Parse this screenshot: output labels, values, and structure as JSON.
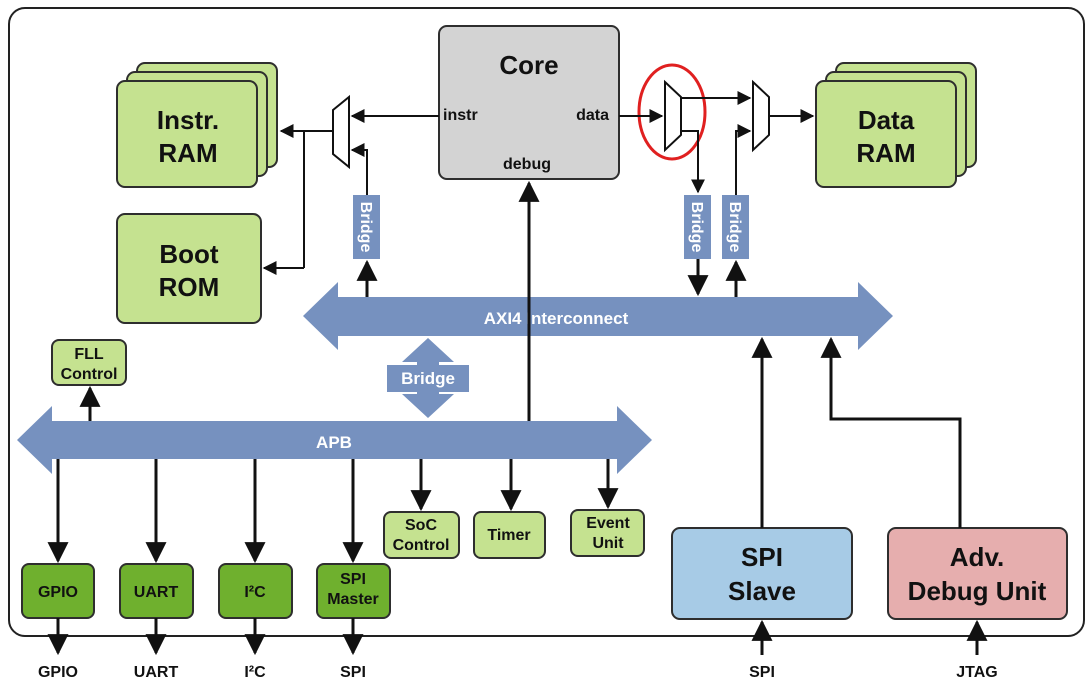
{
  "blocks": {
    "core": {
      "title": "Core",
      "instr": "instr",
      "data": "data",
      "debug": "debug"
    },
    "instr_ram": {
      "line1": "Instr.",
      "line2": "RAM"
    },
    "boot_rom": {
      "line1": "Boot",
      "line2": "ROM"
    },
    "data_ram": {
      "line1": "Data",
      "line2": "RAM"
    },
    "fll_control": {
      "line1": "FLL",
      "line2": "Control"
    },
    "soc_control": {
      "line1": "SoC",
      "line2": "Control"
    },
    "timer": {
      "label": "Timer"
    },
    "event_unit": {
      "line1": "Event",
      "line2": "Unit"
    },
    "gpio": {
      "label": "GPIO"
    },
    "uart": {
      "label": "UART"
    },
    "i2c": {
      "label": "I²C"
    },
    "spi_master": {
      "line1": "SPI",
      "line2": "Master"
    },
    "spi_slave": {
      "line1": "SPI",
      "line2": "Slave"
    },
    "adv_debug": {
      "line1": "Adv.",
      "line2": "Debug Unit"
    }
  },
  "buses": {
    "axi": "AXI4 Interconnect",
    "apb": "APB",
    "bridge_center": "Bridge",
    "bridge_vertical": "Bridge"
  },
  "pins": {
    "gpio": "GPIO",
    "uart": "UART",
    "i2c": "I²C",
    "spi": "SPI",
    "spi_slave": "SPI",
    "jtag": "JTAG"
  },
  "colors": {
    "memory_fill": "#c5e290",
    "memory_stroke": "#2e2e2e",
    "peripheral_fill": "#c5e290",
    "io_fill": "#6fb02e",
    "core_fill": "#d3d3d3",
    "bus_fill": "#7691bf",
    "spi_slave_fill": "#a7cbe6",
    "debug_fill": "#e6aeae",
    "highlight": "#e02020"
  }
}
